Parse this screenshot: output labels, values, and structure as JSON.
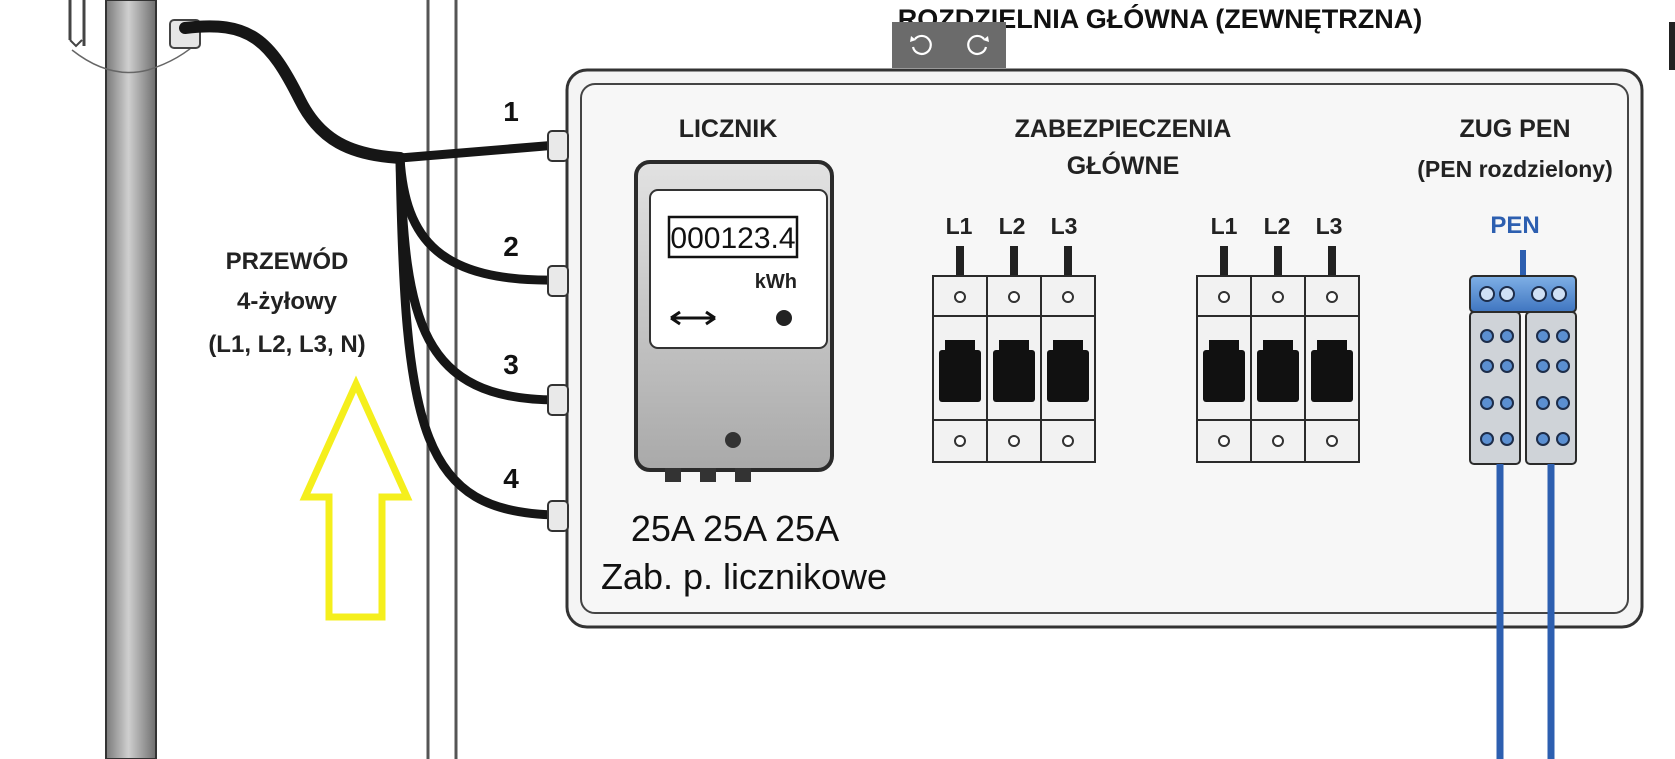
{
  "diagram": {
    "title": "ROZDZIELNIA GŁÓWNA (ZEWNĘTRZNA)",
    "cable_label": {
      "line1": "PRZEWÓD",
      "line2": "4-żyłowy",
      "line3": "(L1, L2, L3, N)"
    },
    "wire_numbers": [
      "1",
      "2",
      "3",
      "4"
    ],
    "meter": {
      "heading": "LICZNIK",
      "reading": "000123.4",
      "unit": "kWh",
      "fuses": "25A 25A 25A",
      "caption": "Zab. p. licznikowe"
    },
    "protection": {
      "heading_line1": "ZABEZPIECZENIA",
      "heading_line2": "GŁÓWNE",
      "group1_poles": [
        "L1",
        "L2",
        "L3"
      ],
      "group2_poles": [
        "L1",
        "L2",
        "L3"
      ]
    },
    "pen": {
      "heading": "ZUG PEN",
      "subheading": "(PEN rozdzielony)",
      "label": "PEN"
    },
    "colors": {
      "arrow": "#f5ef1c",
      "pen_blue": "#2d5fb0",
      "pen_bar": "#5b8fd1",
      "cable": "#161616"
    }
  },
  "toolbar": {
    "rotate_left_icon": "rotate-left-icon",
    "rotate_right_icon": "rotate-right-icon"
  }
}
